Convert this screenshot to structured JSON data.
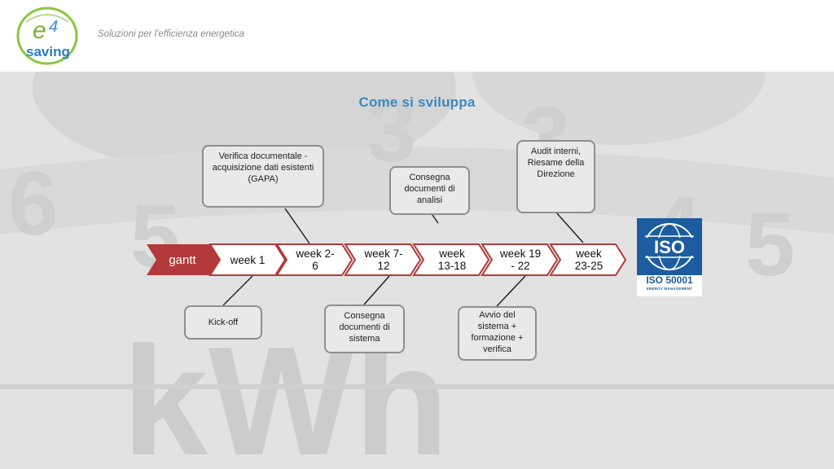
{
  "header": {
    "logo": {
      "top_text": "e4",
      "bottom_text": "saving"
    },
    "tagline": "Soluzioni per l'efficienza energetica"
  },
  "slide": {
    "title": "Come si sviluppa",
    "watermark": {
      "text": "kWh",
      "digits": [
        "6",
        "5",
        "3",
        "3",
        "4",
        "5"
      ]
    }
  },
  "timeline": {
    "start_label": "gantt",
    "steps": [
      {
        "label": "week 1"
      },
      {
        "label": "week 2-\n6"
      },
      {
        "label": "week 7-\n12"
      },
      {
        "label": "week\n13-18"
      },
      {
        "label": "week 19\n- 22"
      },
      {
        "label": "week\n23-25"
      }
    ]
  },
  "callouts": {
    "kickoff": "Kick-off",
    "verifica": "Verifica documentale -\nacquisizione dati esistenti\n(GAPA)",
    "consegna_sistema": "Consegna\ndocumenti di\nsistema",
    "consegna_analisi": "Consegna\ndocumenti di\nanalisi",
    "avvio": "Avvio del\nsistema +\nformazione +\nverifica",
    "audit": "Audit interni,\nRiesame della\nDirezione"
  },
  "iso_logo": {
    "mark": "ISO",
    "standard": "ISO 50001",
    "caption": "ENERGY MANAGEMENT"
  },
  "colors": {
    "accent_title": "#3a88c0",
    "chevron_start": "#b33a3a",
    "chevron_border": "#b33a3a",
    "box_border": "#8e8e8e",
    "iso_blue": "#1d5c9e"
  }
}
